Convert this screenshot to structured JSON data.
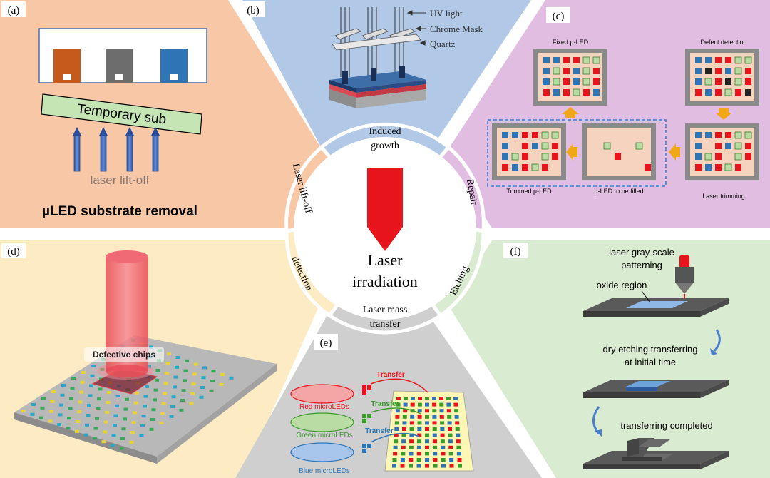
{
  "center": {
    "line1": "Laser",
    "line2": "irradiation"
  },
  "ring": {
    "induced_growth_1": "Induced",
    "induced_growth_2": "growth",
    "repair": "Repair",
    "etching": "Etching",
    "laser_mass_transfer_1": "Laser mass",
    "laser_mass_transfer_2": "transfer",
    "detection": "detection",
    "laser_lift_off": "Laser lift-off"
  },
  "panel_a": {
    "label": "(a)",
    "temporary_sub": "Temporary sub",
    "laser_lift_off": "laser lift-off",
    "caption": "µLED substrate removal",
    "chip_colors": [
      "#c55a1c",
      "#6d6d6d",
      "#2e75b6"
    ]
  },
  "panel_b": {
    "label": "(b)",
    "uv_light": "UV light",
    "chrome_mask": "Chrome Mask",
    "quartz": "Quartz"
  },
  "panel_c": {
    "label": "(c)",
    "fixed": "Fixed µ-LED",
    "defect_detection": "Defect detection",
    "trimmed": "Trimmed µ-LED",
    "to_be_filled": "µ-LED to be filled",
    "laser_trimming": "Laser trimming"
  },
  "panel_d": {
    "label": "(d)",
    "defective_chips": "Defective chips"
  },
  "panel_e": {
    "label": "(e)",
    "transfer": "Transfer",
    "red": "Red microLEDs",
    "green": "Green microLEDs",
    "blue": "Blue microLEDs"
  },
  "panel_f": {
    "label": "(f)",
    "gray_scale_1": "laser gray-scale",
    "gray_scale_2": "patterning",
    "oxide_region": "oxide region",
    "dry_etching_1": "dry etching transferring",
    "dry_etching_2": "at initial time",
    "completed": "transferring completed"
  },
  "colors": {
    "panel_a_bg": "#f7c7a6",
    "panel_b_bg": "#b1c8e6",
    "panel_c_bg": "#e2bde2",
    "panel_d_bg": "#fdebc4",
    "panel_e_bg": "#cfcfcf",
    "panel_f_bg": "#d9ebd0",
    "laser_red": "#e8141b"
  }
}
